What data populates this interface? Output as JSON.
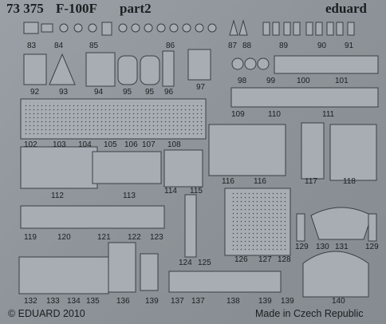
{
  "header": {
    "set_number": "73 375",
    "kit_title": "F-100F",
    "part_label": "part2",
    "brand": "eduard"
  },
  "footer": {
    "copyright": "© EDUARD 2010",
    "origin": "Made in Czech Republic"
  },
  "part_numbers": {
    "p83": "83",
    "p84": "84",
    "p85": "85",
    "p86": "86",
    "p87": "87",
    "p88": "88",
    "p89": "89",
    "p90": "90",
    "p91": "91",
    "p92": "92",
    "p93": "93",
    "p94": "94",
    "p95a": "95",
    "p95b": "95",
    "p96": "96",
    "p97": "97",
    "p98": "98",
    "p99": "99",
    "p100": "100",
    "p101": "101",
    "p102": "102",
    "p103": "103",
    "p104": "104",
    "p105": "105",
    "p106": "106",
    "p107": "107",
    "p108": "108",
    "p109": "109",
    "p110": "110",
    "p111": "111",
    "p112": "112",
    "p113": "113",
    "p114": "114",
    "p115": "115",
    "p116a": "116",
    "p116b": "116",
    "p117": "117",
    "p118": "118",
    "p119": "119",
    "p120": "120",
    "p121": "121",
    "p122": "122",
    "p123": "123",
    "p124": "124",
    "p125": "125",
    "p126": "126",
    "p127": "127",
    "p128": "128",
    "p129a": "129",
    "p129b": "129",
    "p130": "130",
    "p131": "131",
    "p132": "132",
    "p133": "133",
    "p134": "134",
    "p135": "135",
    "p136": "136",
    "p137a": "137",
    "p137b": "137",
    "p138": "138",
    "p139a": "139",
    "p139b": "139",
    "p139c": "139",
    "p140": "140"
  },
  "colors": {
    "fret": "#8e9499",
    "part": "#a7adb2",
    "etch_line": "#3a3f44",
    "text": "#1b1e21"
  }
}
